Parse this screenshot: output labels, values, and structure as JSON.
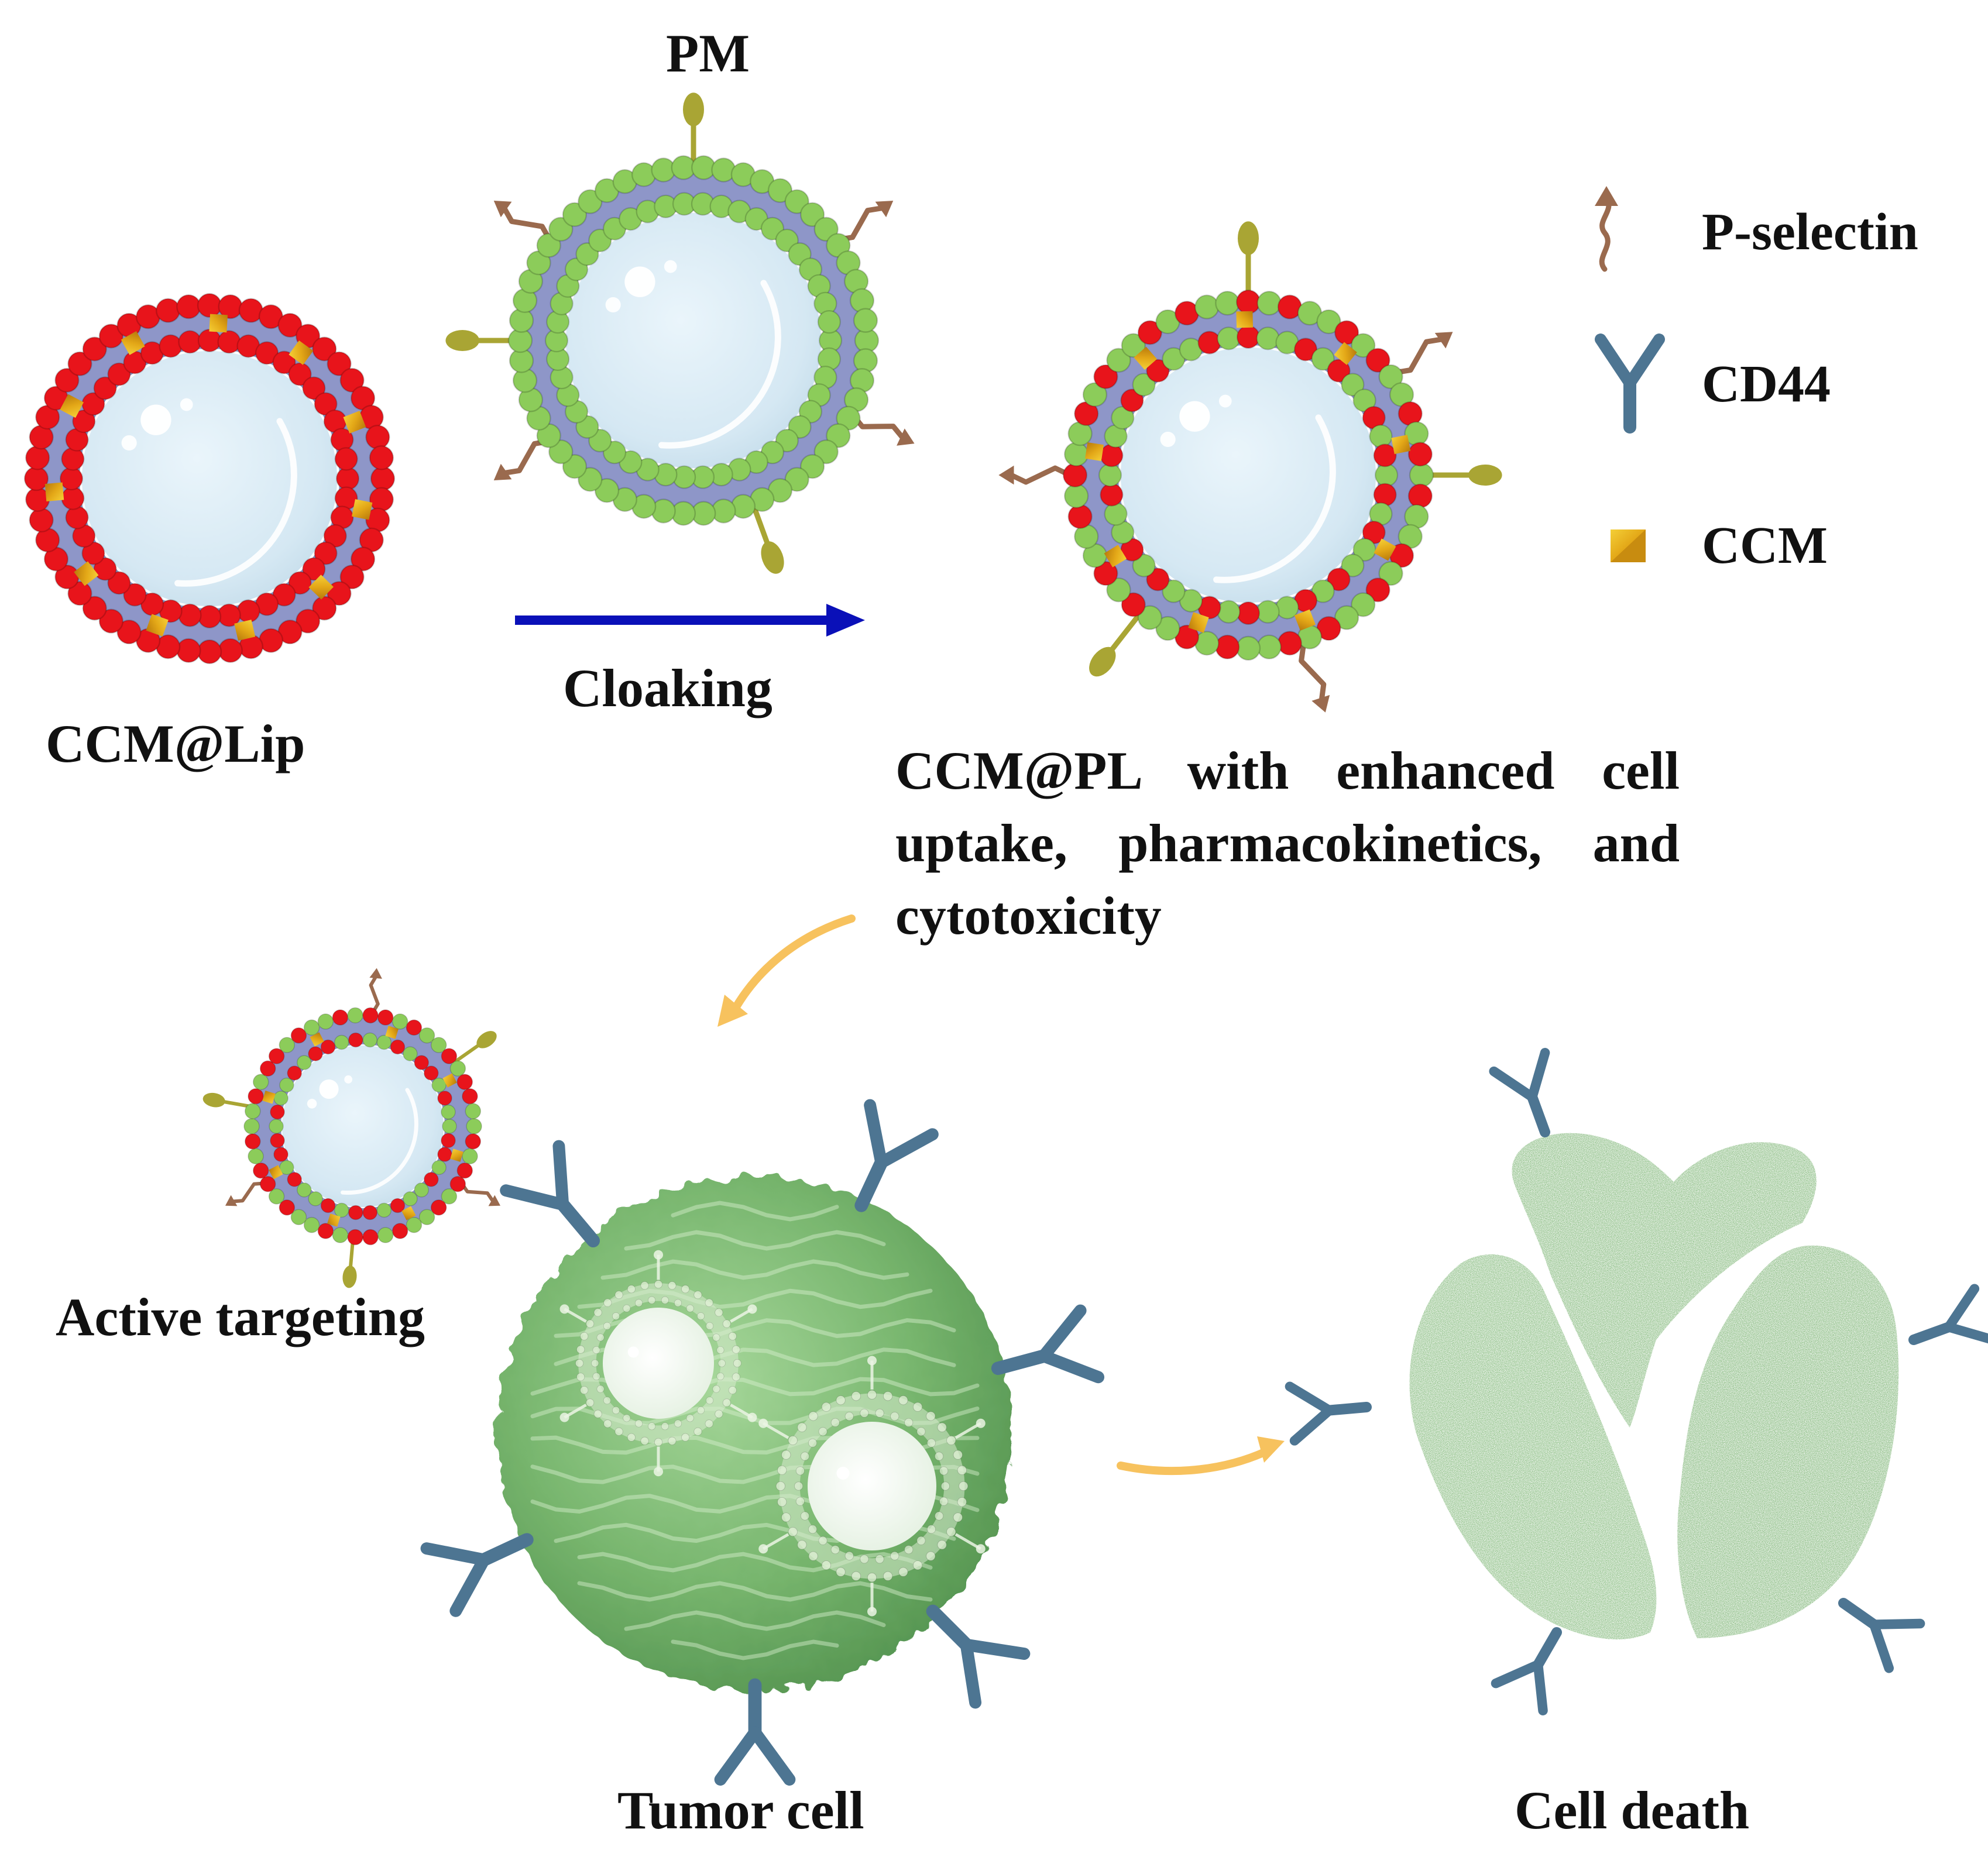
{
  "labels": {
    "pm": "PM",
    "cloaking": "Cloaking",
    "ccm_lip": "CCM@Lip",
    "ccm_pl_description": "CCM@PL with enhanced cell uptake, pharmacokinetics, and cytotoxicity",
    "active_targeting": "Active targeting",
    "tumor_cell": "Tumor cell",
    "cell_death": "Cell death"
  },
  "legend": [
    {
      "icon": "p-selectin-icon",
      "label": "P-selectin"
    },
    {
      "icon": "cd44-icon",
      "label": "CD44"
    },
    {
      "icon": "ccm-icon",
      "label": "CCM"
    }
  ],
  "colors": {
    "lipid_red": "#e8141b",
    "lipid_green": "#8ccc5a",
    "bilayer": "#8e96c8",
    "core": "#dcecf5",
    "p_selectin": "#9a6a4e",
    "cd44": "#4d7592",
    "ccm": "#e0a818",
    "stalk": "#a9a534",
    "arrow_blue": "#0a10b8",
    "arrow_orange": "#f7c25e",
    "tumor_green": "#6fae67",
    "dead_cell_green": "#74b06b"
  }
}
